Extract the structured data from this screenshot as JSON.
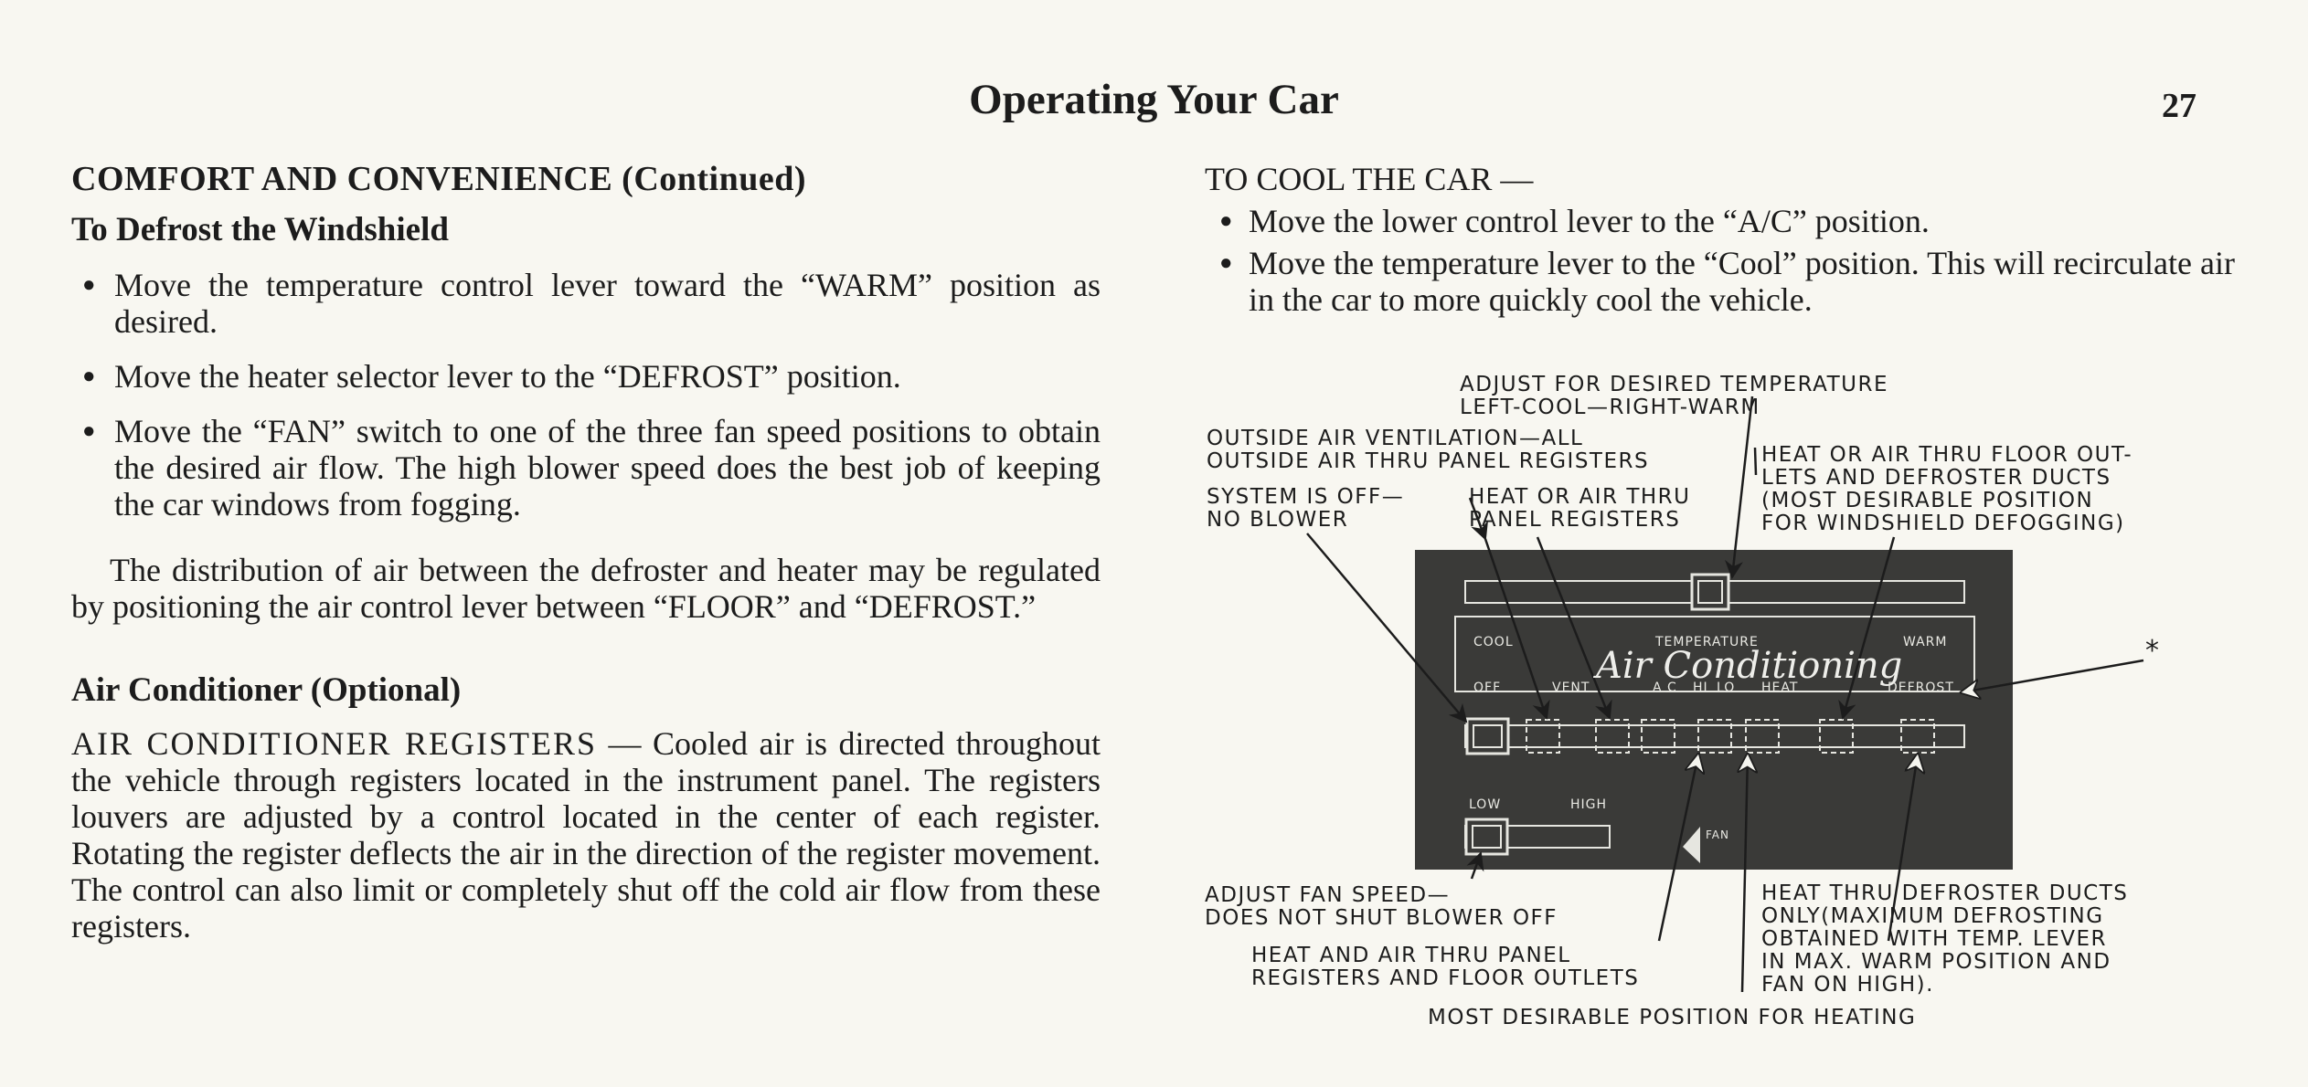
{
  "header": {
    "title": "Operating Your Car",
    "page_number": "27"
  },
  "left": {
    "section_heading": "COMFORT AND CONVENIENCE (Continued)",
    "defrost_heading": "To Defrost the Windshield",
    "defrost_bullets": [
      "Move the temperature control lever toward the “WARM” position as desired.",
      "Move the heater selector lever to the “DEFROST” position.",
      "Move the “FAN” switch to one of the three fan speed positions to obtain the desired air flow. The high blower speed does the best job of keeping the car windows from fogging."
    ],
    "distribution_paragraph": "The distribution of air between the defroster and heater may be regulated by positioning the air control lever between “FLOOR” and “DEFROST.”",
    "ac_heading": "Air Conditioner (Optional)",
    "registers_lead": "AIR CONDITIONER REGISTERS",
    "registers_text": " — Cooled air is directed throughout the vehicle through registers located in the instrument panel. The registers louvers are adjusted by a control located in the center of each register. Rotating the register deflects the air in the direction of the register movement. The control can also limit or completely shut off the cold air flow from these registers."
  },
  "right": {
    "cool_heading": "TO COOL THE CAR —",
    "cool_bullets": [
      "Move the lower control lever to the “A/C” position.",
      "Move the temperature lever to the “Cool” position. This will recirculate air in the car to more quickly cool the vehicle."
    ]
  },
  "diagram": {
    "labels": {
      "adjust_temp": "ADJUST FOR DESIRED TEMPERATURE\nLEFT-COOL—RIGHT-WARM",
      "outside_air": "OUTSIDE AIR VENTILATION—ALL\nOUTSIDE AIR THRU PANEL REGISTERS",
      "floor_outlets": "HEAT OR AIR THRU FLOOR OUT-\nLETS AND DEFROSTER DUCTS\n(MOST DESIRABLE POSITION\nFOR WINDSHIELD DEFOGGING)",
      "system_off": "SYSTEM IS OFF—\nNO BLOWER",
      "panel_registers": "HEAT OR AIR THRU\nPANEL REGISTERS",
      "asterisk": "*",
      "fan_speed": "ADJUST FAN SPEED—\nDOES NOT SHUT BLOWER OFF",
      "heat_air_panel": "HEAT AND AIR THRU PANEL\nREGISTERS AND FLOOR OUTLETS",
      "defroster_only": "HEAT THRU DEFROSTER DUCTS\nONLY(MAXIMUM DEFROSTING\nOBTAINED WITH TEMP. LEVER\nIN MAX. WARM POSITION AND\nFAN ON HIGH).",
      "most_desirable": "MOST DESIRABLE POSITION FOR HEATING"
    },
    "panel": {
      "brand": "Air Conditioning",
      "cool": "COOL",
      "temperature": "TEMPERATURE",
      "warm": "WARM",
      "off": "OFF",
      "vent": "VENT",
      "ac": "A C",
      "hi": "HI",
      "lo": "LO",
      "heat": "HEAT",
      "defrost": "DEFROST",
      "low": "LOW",
      "high": "HIGH",
      "fan": "FAN"
    }
  }
}
